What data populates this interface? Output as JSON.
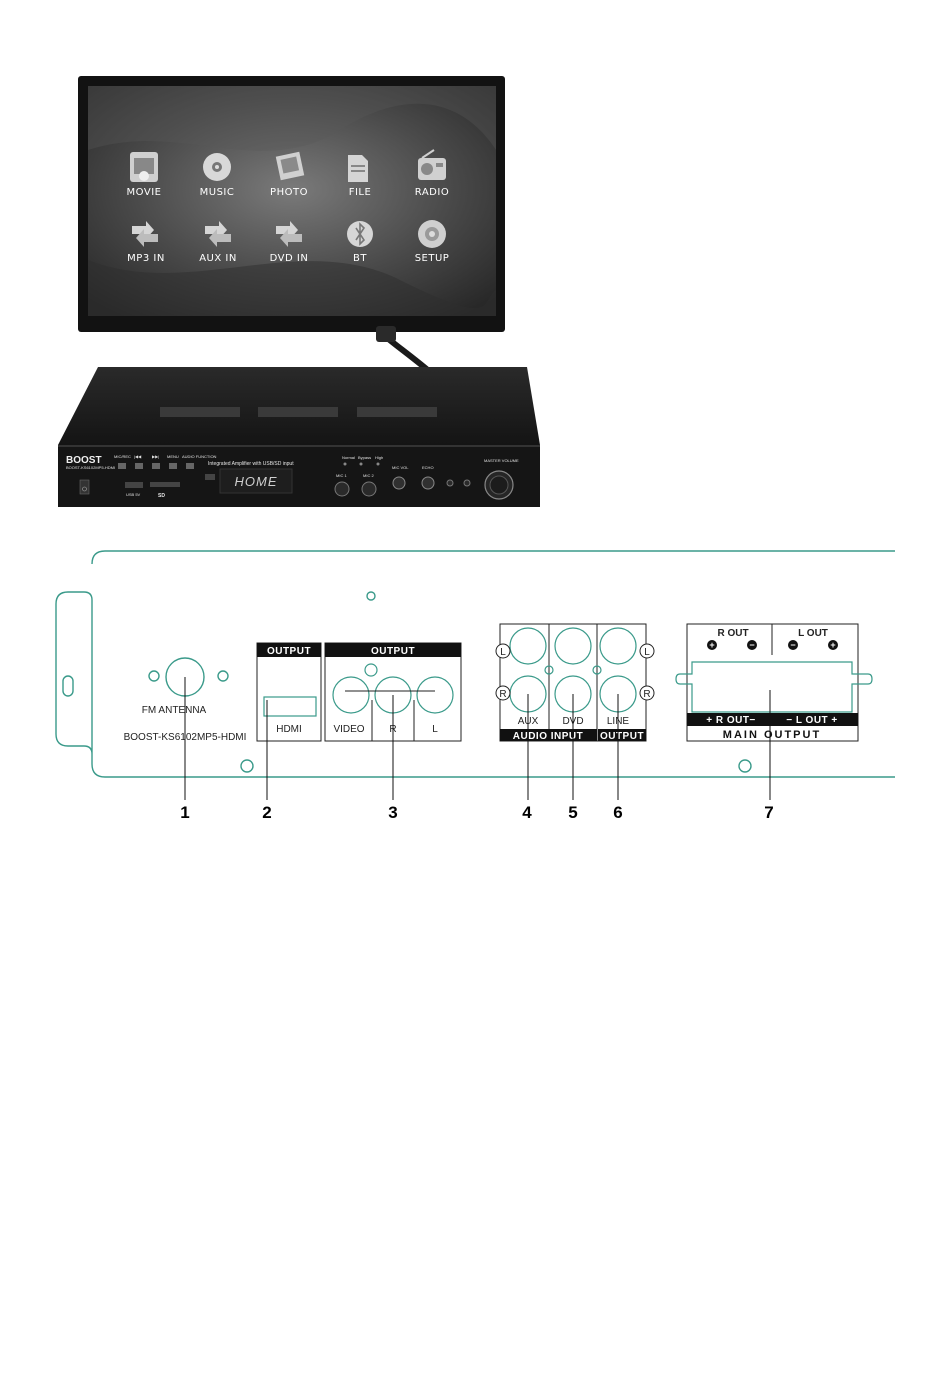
{
  "tv": {
    "menu_row1": [
      "MOVIE",
      "MUSIC",
      "PHOTO",
      "FILE",
      "RADIO"
    ],
    "menu_row2": [
      "MP3 IN",
      "AUX IN",
      "DVD IN",
      "BT",
      "SETUP"
    ]
  },
  "front_panel": {
    "brand": "BOOST",
    "model_small": "BOOST-KS6102MP5-HDMI",
    "title": "Integrated Amplifier with USB/SD input",
    "buttons": [
      "MIC/REC",
      "|◀◀",
      "▶▶|",
      "MENU",
      "AUDIO FUNCTION"
    ],
    "display": "HOME",
    "mode_labels": [
      "Normal",
      "Bypass",
      "High"
    ],
    "mic_labels": [
      "MIC 1",
      "MIC 2"
    ],
    "knob_labels": [
      "MIC VOL",
      "ECHO"
    ],
    "master_volume": "MASTER VOLUME",
    "usb_label": "USB 5V",
    "sd_label": "SD"
  },
  "rear_panel": {
    "fm_antenna": "FM ANTENNA",
    "model": "BOOST-KS6102MP5-HDMI",
    "output_hdmi_header": "OUTPUT",
    "hdmi": "HDMI",
    "output_video_header": "OUTPUT",
    "video": "VIDEO",
    "r": "R",
    "l": "L",
    "side_l": "L",
    "side_r": "R",
    "aux": "AUX",
    "dvd": "DVD",
    "line": "LINE",
    "audio_input": "AUDIO INPUT",
    "output_small": "OUTPUT",
    "r_out": "R OUT",
    "l_out": "L OUT",
    "plus": "+",
    "minus": "−",
    "r_out_bottom": "+ R OUT−",
    "l_out_bottom": "− L OUT +",
    "main_output": "MAIN OUTPUT"
  },
  "callouts": [
    "1",
    "2",
    "3",
    "4",
    "5",
    "6",
    "7"
  ],
  "colors": {
    "outline": "#3a9a8a",
    "dark": "#1a1a1a",
    "screen": "#4a4a4a"
  }
}
